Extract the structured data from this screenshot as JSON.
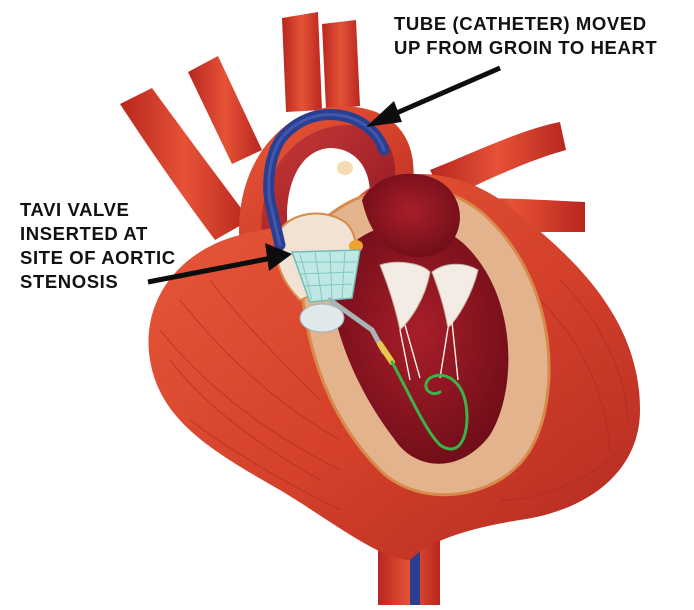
{
  "annotations": {
    "catheter": {
      "lines": [
        "TUBE (CATHETER) MOVED",
        "UP FROM GROIN TO HEART"
      ]
    },
    "valve": {
      "lines": [
        "TAVI VALVE",
        "INSERTED AT",
        "SITE OF AORTIC",
        "STENOSIS"
      ]
    }
  },
  "colors": {
    "heart_red": "#d8432b",
    "heart_dark": "#9e1e1c",
    "chamber_inner": "#e0b08a",
    "cavity": "#8a1320",
    "catheter_blue": "#2a3f8f",
    "guidewire_green": "#3bb34a",
    "valve_cyan": "#bfe8e4",
    "arrow": "#0d0d0d"
  }
}
